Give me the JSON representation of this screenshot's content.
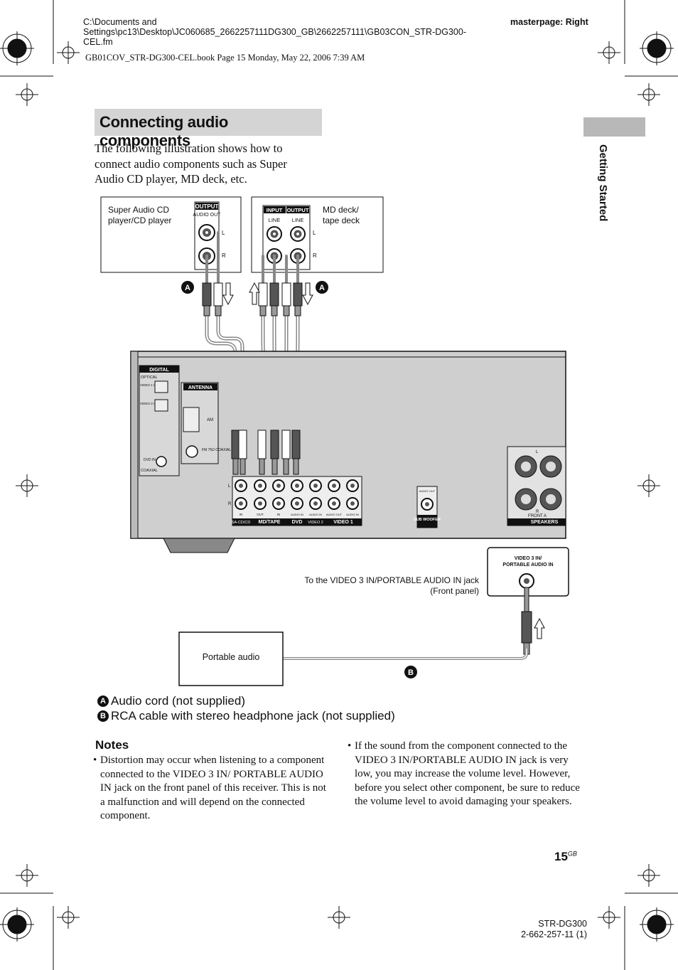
{
  "header": {
    "file_path": "C:\\Documents and Settings\\pc13\\Desktop\\JC060685_2662257111DG300_GB\\2662257111\\GB03CON_STR-DG300-CEL.fm",
    "masterpage": "masterpage: Right",
    "book_line": "GB01COV_STR-DG300-CEL.book  Page 15  Monday, May 22, 2006  7:39 AM"
  },
  "section": {
    "title": "Connecting audio components",
    "tab_label": "Getting Started"
  },
  "intro": "The following illustration shows how to connect audio components such as Super Audio CD player, MD deck, etc.",
  "diagram": {
    "cd_player_label": "Super Audio CD player/CD player",
    "md_deck_label": "MD deck/ tape deck",
    "output": "OUTPUT",
    "input": "INPUT",
    "audio_out": "AUDIO OUT",
    "line": "LINE",
    "ch_l": "L",
    "ch_r": "R",
    "cable_a": "A",
    "cable_b": "B",
    "digital": "DIGITAL",
    "optical": "OPTICAL",
    "video1_in": "VIDEO 1 IN",
    "video2_in": "VIDEO 2 IN",
    "dvd_in": "DVD IN",
    "coaxial": "COAXIAL",
    "antenna": "ANTENNA",
    "am": "AM",
    "fm": "FM 75Ω COAXIAL",
    "jack_labels": [
      "SA-CD/CD",
      "MD/TAPE",
      "DVD",
      "VIDEO 2",
      "VIDEO 1"
    ],
    "in": "IN",
    "out": "OUT",
    "audio_in": "AUDIO IN",
    "audio_out_small": "AUDIO OUT",
    "sub_woofer": "SUB WOOFER",
    "speakers": "SPEAKERS",
    "front_a": "FRONT A",
    "front_jack_title": "VIDEO 3 IN/ PORTABLE AUDIO IN",
    "front_jack_caption": "To the VIDEO 3 IN/PORTABLE AUDIO IN jack (Front panel)",
    "portable_audio": "Portable audio"
  },
  "legend": [
    {
      "badge": "A",
      "text": "Audio cord (not supplied)"
    },
    {
      "badge": "B",
      "text": "RCA cable with stereo headphone jack (not supplied)"
    }
  ],
  "notes": {
    "heading": "Notes",
    "items": [
      "Distortion may occur when listening to a component connected to the VIDEO 3 IN/ PORTABLE AUDIO IN jack on the front panel of this receiver. This is not a malfunction and will depend on the connected component.",
      "If the sound from the component connected to the VIDEO 3 IN/PORTABLE AUDIO IN jack is very low, you may increase the volume level. However, before you select other component, be sure to reduce the volume level to avoid damaging your speakers."
    ]
  },
  "footer": {
    "page_number": "15",
    "page_suffix": "GB",
    "model": "STR-DG300",
    "part_number": "2-662-257-11 (1)"
  }
}
